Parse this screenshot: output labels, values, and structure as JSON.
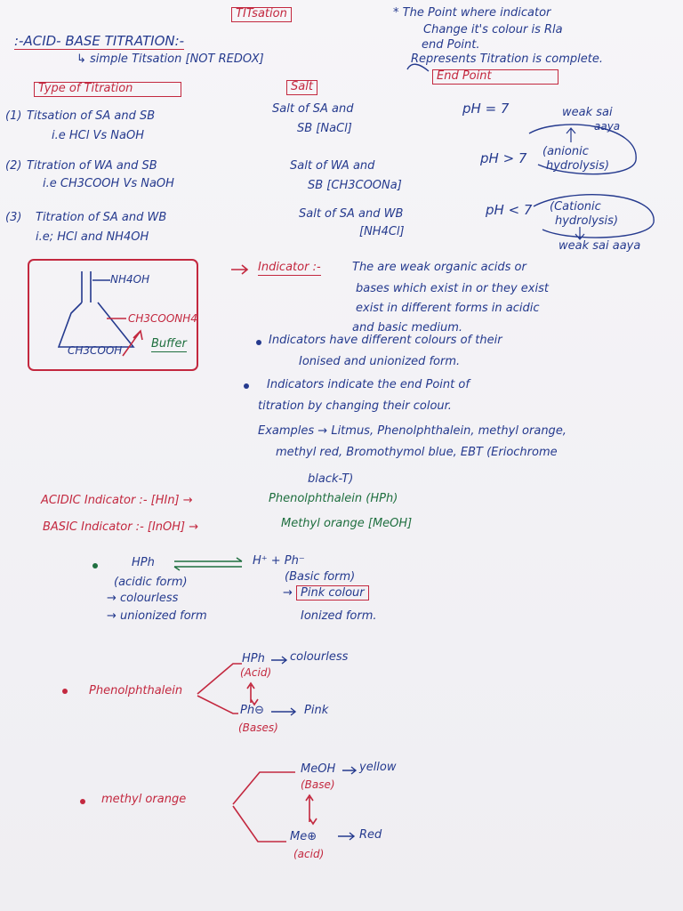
{
  "header": {
    "title": "TITsation",
    "note_line1": "* The Point where indicator",
    "note_line2": "Change it's colour is Rla",
    "note_line3": "end Point.",
    "note_line4": "Represents Titration is complete.",
    "end_point_label": "End Point"
  },
  "intro": {
    "heading": ":-ACID- BASE TITRATION:-",
    "subtext": "↳ simple Titsation [NOT REDOX]"
  },
  "types": {
    "heading": "Type of Titration",
    "salt_heading": "Salt",
    "rows": [
      {
        "num": "1",
        "line1": "Titsation of SA and SB",
        "line2": "i.e   HCl Vs NaOH",
        "salt1": "Salt of SA and",
        "salt2": "SB [NaCl]",
        "ph": "pH = 7"
      },
      {
        "num": "2",
        "line1": "Titration of WA and SB",
        "line2": "i.e CH3COOH Vs NaOH",
        "salt1": "Salt of WA and",
        "salt2": "SB [CH3COONa]",
        "ph": "pH > 7",
        "ph_note1": "(anionic",
        "ph_note2": "hydrolysis)"
      },
      {
        "num": "3",
        "line1": "Titration of SA and WB",
        "line2": "i.e; HCl and NH4OH",
        "salt1": "Salt of SA and WB",
        "salt2": "[NH4Cl]",
        "ph": "pH < 7",
        "ph_note1": "(Cationic",
        "ph_note2": "hydrolysis)"
      }
    ],
    "weak_top1": "weak sai",
    "weak_top2": "aaya",
    "weak_bottom": "weak sai aaya"
  },
  "diagram": {
    "nh4oh": "NH4OH",
    "ch3coonh4": "CH3COONH4",
    "ch3cooh": "CH3COOH",
    "buffer": "Buffer"
  },
  "indicator": {
    "heading": "Indicator :-",
    "def1": "The are weak organic acids or",
    "def2": "bases which exist in or they exist",
    "def3": "exist in different forms in acidic",
    "def4": "and basic medium.",
    "b1_line1": "Indicators have different colours of their",
    "b1_line2": "Ionised and unionized form.",
    "b2_line1": "Indicators indicate the end Point of",
    "b2_line2": "titration by changing their colour.",
    "examples_line1": "Examples → Litmus, Phenolphthalein, methyl orange,",
    "examples_line2": "methyl red, Bromothymol blue, EBT (Eriochrome",
    "examples_line3": "black-T)"
  },
  "types_of_indicator": {
    "acidic_label": "ACIDIC Indicator :- [HIn] →",
    "acidic_value": "Phenolphthalein (HPh)",
    "basic_label": "BASIC Indicator :- [InOH] →",
    "basic_value": "Methyl orange [MeOH]"
  },
  "equilibrium": {
    "left": "HPh",
    "right": "H⁺ + Ph⁻",
    "left1": "(acidic form)",
    "left2": "→ colourless",
    "left3": "→ unionized form",
    "right1": "(Basic form)",
    "right2": "Pink colour",
    "right3": "Ionized form."
  },
  "phenolphthalein": {
    "label": "Phenolphthalein",
    "top_species": "HPh",
    "top_colour": "colourless",
    "top_form": "(Acid)",
    "bottom_species": "Ph⊖",
    "bottom_colour": "Pink",
    "bottom_form": "(Bases)"
  },
  "methyl_orange": {
    "label": "methyl orange",
    "top_species": "MeOH",
    "top_colour": "yellow",
    "top_form": "(Base)",
    "bottom_species": "Me⊕",
    "bottom_colour": "Red",
    "bottom_form": "(acid)"
  },
  "colors": {
    "ink_blue": "#253a8e",
    "ink_red": "#c3283f",
    "ink_green": "#1f6f3f"
  }
}
